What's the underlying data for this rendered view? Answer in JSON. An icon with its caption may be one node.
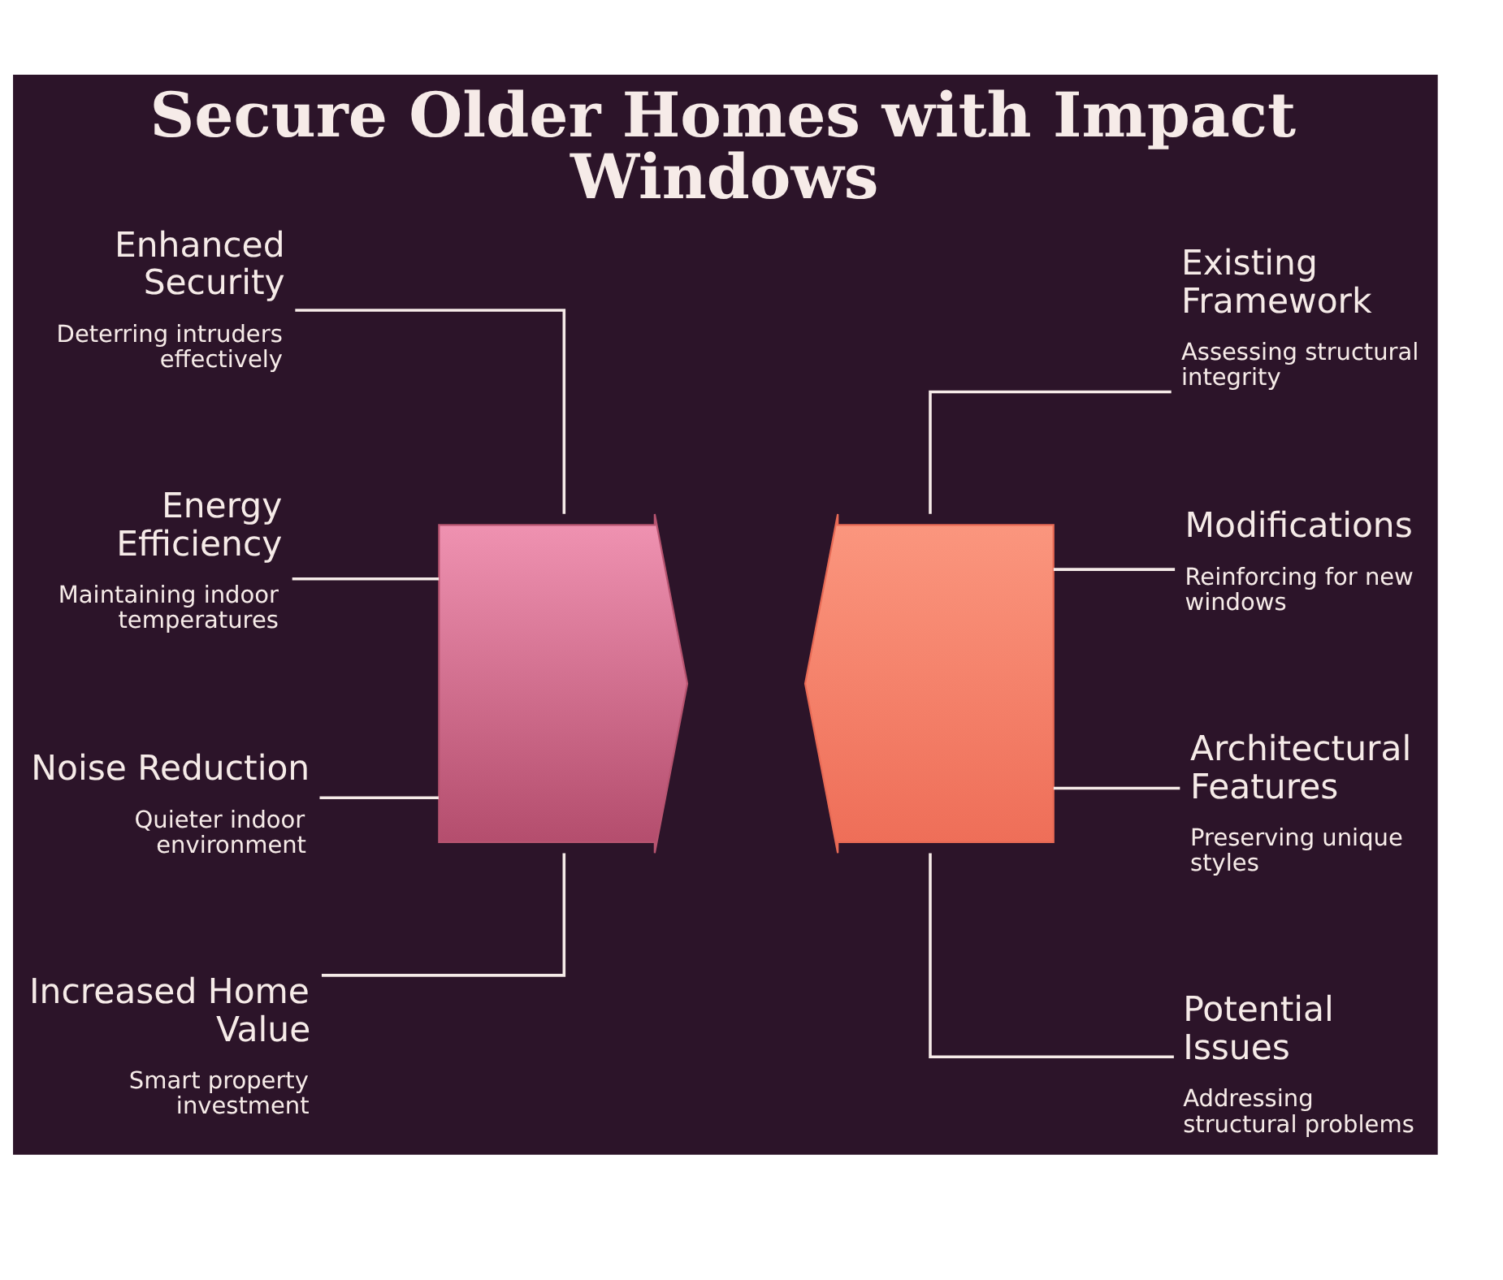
{
  "diagram": {
    "title": "Secure Older Homes with Impact Windows",
    "nodes": [
      {
        "text": [
          "Enhanced Security",
          "Deterring intruders effectively"
        ]
      },
      {
        "text": [
          "Energy Efficiency",
          "Maintaining indoor temperatures"
        ]
      },
      {
        "text": [
          "Noise Reduction",
          "Quieter indoor environment"
        ]
      },
      {
        "text": [
          "Increased Home Value",
          "Smart property investment"
        ]
      },
      {
        "text": [],
        "shape": "arrow"
      },
      {
        "text": [],
        "shape": "arrow"
      },
      {
        "text": [
          "Existing Framework",
          "Assessing structural integrity"
        ]
      },
      {
        "text": [
          "Modifications",
          "Reinforcing for new windows"
        ]
      },
      {
        "text": [
          "Architectural Features",
          "Preserving unique styles"
        ]
      },
      {
        "text": [
          "Potential Issues",
          "Addressing structural problems"
        ]
      }
    ],
    "edges": [
      {
        "from": 0,
        "to": 4,
        "arrow": "none"
      },
      {
        "from": 1,
        "to": 4,
        "arrow": "none"
      },
      {
        "from": 2,
        "to": 4,
        "arrow": "none"
      },
      {
        "from": 3,
        "to": 4,
        "arrow": "none"
      },
      {
        "from": 5,
        "to": 6,
        "arrow": "none"
      },
      {
        "from": 5,
        "to": 7,
        "arrow": "none"
      },
      {
        "from": 5,
        "to": 8,
        "arrow": "none"
      },
      {
        "from": 5,
        "to": 9,
        "arrow": "none"
      }
    ]
  }
}
